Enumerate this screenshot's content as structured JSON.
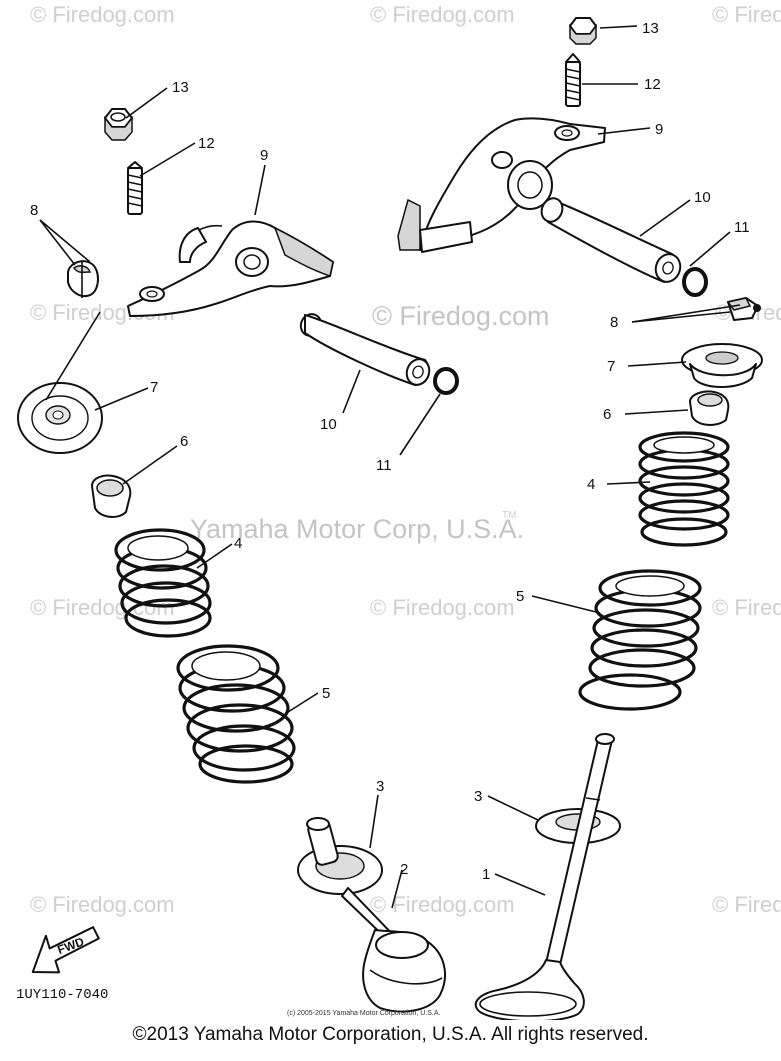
{
  "watermarks": {
    "site": "© Firedog.com",
    "center_site": "© Firedog.com",
    "center_corp": "Yamaha Motor Corp, U.S.A.",
    "tm": "TM"
  },
  "callouts": {
    "c1": "1",
    "c2": "2",
    "c3_left": "3",
    "c3_right": "3",
    "c4_left": "4",
    "c4_right": "4",
    "c5_left": "5",
    "c5_right": "5",
    "c6_left": "6",
    "c6_right": "6",
    "c7_left": "7",
    "c7_right": "7",
    "c8_left": "8",
    "c8_right": "8",
    "c9_left": "9",
    "c9_right": "9",
    "c10_left": "10",
    "c10_right": "10",
    "c11_left": "11",
    "c11_right": "11",
    "c12_left": "12",
    "c12_right": "12",
    "c13_left": "13",
    "c13_right": "13"
  },
  "drawing_id": "1UY110-7040",
  "fwd_label": "FWD",
  "small_credit": "(c) 2005-2015 Yamaha Motor Corporation, U.S.A.",
  "footer": "©2013 Yamaha Motor Corporation, U.S.A. All rights reserved."
}
